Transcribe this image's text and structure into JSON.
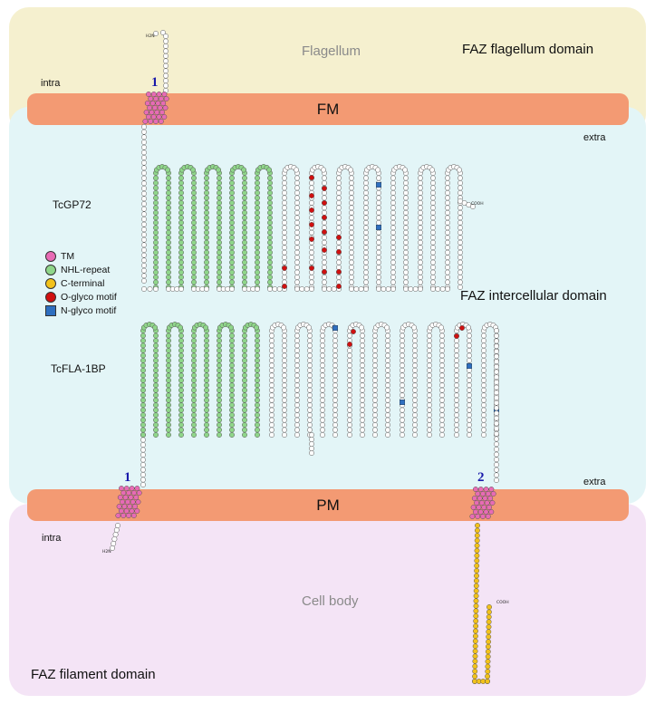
{
  "regions": {
    "flagellum": "Flagellum",
    "faz_flagellum_domain": "FAZ flagellum domain",
    "fm_label": "FM",
    "extra_top": "extra",
    "intra_top": "intra",
    "faz_intercellular_domain": "FAZ intercellular domain",
    "pm_label": "PM",
    "extra_bottom": "extra",
    "intra_bottom": "intra",
    "cell_body": "Cell body",
    "faz_filament_domain": "FAZ filament domain"
  },
  "proteins": {
    "tcgp72": "TcGP72",
    "tcfla1bp": "TcFLA-1BP"
  },
  "tm_numbers": {
    "tcgp72_tm1": "1",
    "tcfla_tm1": "1",
    "tcfla_tm2": "2"
  },
  "termini": {
    "n_term": "H2N",
    "c_term": "COOH"
  },
  "legend": [
    {
      "label": "TM",
      "color": "#e86bb5",
      "shape": "circle"
    },
    {
      "label": "NHL-repeat",
      "color": "#8fd68a",
      "shape": "circle"
    },
    {
      "label": "C-terminal",
      "color": "#f2c21b",
      "shape": "circle"
    },
    {
      "label": "O-glyco motif",
      "color": "#d01010",
      "shape": "circle"
    },
    {
      "label": "N-glyco motif",
      "color": "#2e6fc0",
      "shape": "square"
    }
  ],
  "colors": {
    "residue_default": "#ffffff",
    "tm": "#e86bb5",
    "nhl": "#8fd68a",
    "c_terminal": "#f2c21b",
    "o_glyco": "#d01010",
    "n_glyco": "#2e6fc0"
  }
}
